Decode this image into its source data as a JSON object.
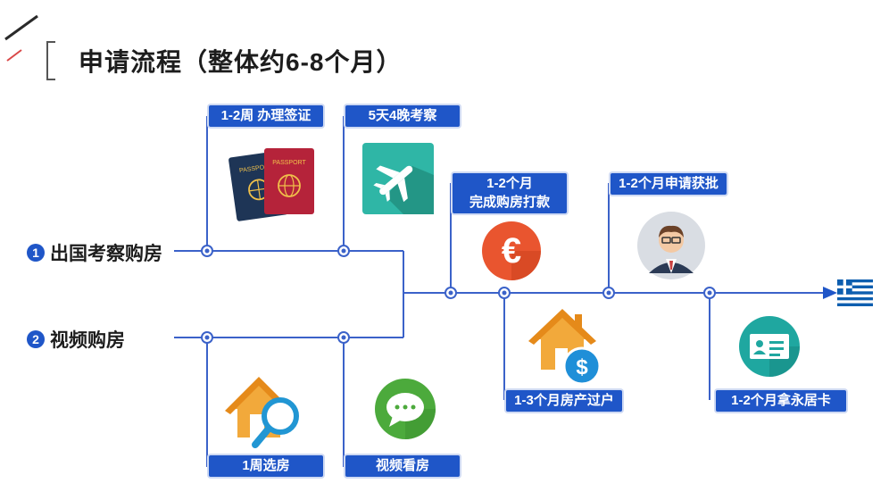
{
  "title": "申请流程（整体约6-8个月）",
  "routes": [
    {
      "badge": "1",
      "label": "出国考察购房"
    },
    {
      "badge": "2",
      "label": "视频购房"
    }
  ],
  "steps": {
    "visa": "1-2周 办理签证",
    "inspection": "5天4晚考察",
    "payment_line1": "1-2个月",
    "payment_line2": "完成购房打款",
    "approval": "1-2个月申请获批",
    "select_house": "1周选房",
    "video_view": "视频看房",
    "transfer": "1-3个月房产过户",
    "residence_card": "1-2个月拿永居卡"
  },
  "icons": {
    "passport_text": "PASSPORT",
    "euro_symbol": "€",
    "dollar_symbol": "$"
  },
  "colors": {
    "accent": "#1f56c8",
    "line": "#3b62c9"
  }
}
